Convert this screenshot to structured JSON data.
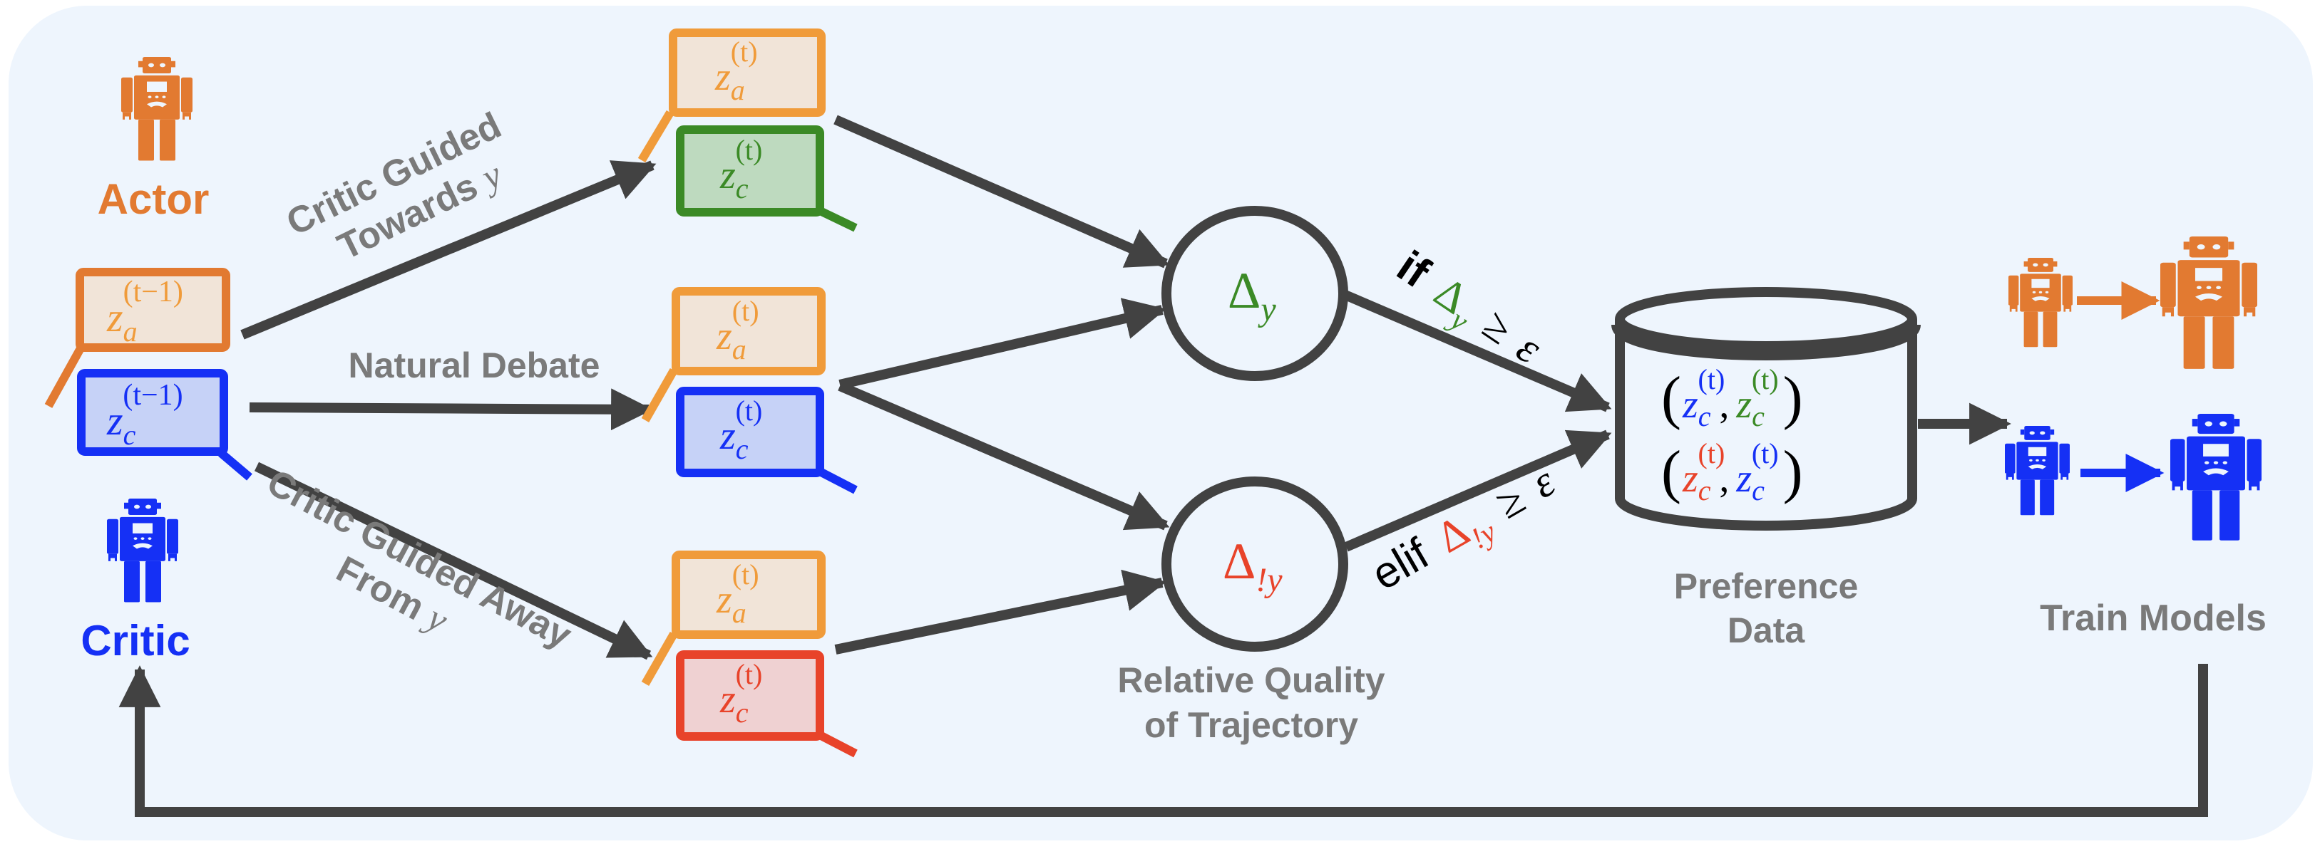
{
  "colors": {
    "background": "#eef5fd",
    "arrow": "#424242",
    "label_gray": "#7a7a7a",
    "actor": "#e27a31",
    "actor_light": "#f09b3a",
    "actor_fill": "#f1e4d8",
    "critic": "#1530f5",
    "critic_fill": "#c6d2f7",
    "good": "#3b8a26",
    "good_fill": "#bedabf",
    "bad": "#e8432a",
    "bad_fill": "#efd1d2"
  },
  "actor": {
    "label": "Actor",
    "icon": "robot-icon"
  },
  "critic": {
    "label": "Critic",
    "icon": "robot-icon"
  },
  "initial_state": {
    "actor_var": "z",
    "actor_sub": "a",
    "actor_sup": "(t−1)",
    "critic_var": "z",
    "critic_sub": "c",
    "critic_sup": "(t−1)"
  },
  "branches": [
    {
      "label_line1": "Critic Guided",
      "label_line2": "Towards ",
      "label_var": "y",
      "actor_var": "z",
      "actor_sub": "a",
      "actor_sup": "(t)",
      "critic_var": "z",
      "critic_sub": "c",
      "critic_sup": "(t)",
      "critic_color": "good"
    },
    {
      "label_line1": "Natural Debate",
      "label_line2": "",
      "label_var": "",
      "actor_var": "z",
      "actor_sub": "a",
      "actor_sup": "(t)",
      "critic_var": "z",
      "critic_sub": "c",
      "critic_sup": "(t)",
      "critic_color": "critic"
    },
    {
      "label_line1": "Critic Guided Away",
      "label_line2": "From ",
      "label_var": "y",
      "actor_var": "z",
      "actor_sub": "a",
      "actor_sup": "(t)",
      "critic_var": "z",
      "critic_sub": "c",
      "critic_sup": "(t)",
      "critic_color": "bad"
    }
  ],
  "quality": {
    "delta_y": {
      "symbol": "Δ",
      "sub": "y"
    },
    "delta_not_y": {
      "symbol": "Δ",
      "sub": "!y"
    },
    "caption_line1": "Relative Quality",
    "caption_line2": "of Trajectory"
  },
  "conditions": {
    "if_keyword": "if",
    "if_symbol": "Δ",
    "if_sub": "y",
    "if_rel": "≥",
    "if_eps": "ε",
    "elif_keyword": "elif",
    "elif_symbol": "Δ",
    "elif_sub": "!y",
    "elif_rel": "≥",
    "elif_eps": "ε"
  },
  "preference_data": {
    "caption_line1": "Preference",
    "caption_line2": "Data",
    "pairs": [
      {
        "open": "(",
        "left_var": "z",
        "left_sub": "c",
        "left_sup": "(t)",
        "comma": ",",
        "right_var": "z",
        "right_sub": "c",
        "right_sup": "(t)",
        "close": ")"
      },
      {
        "open": "(",
        "left_var": "z",
        "left_sub": "c",
        "left_sup": "(t)",
        "comma": ",",
        "right_var": "z",
        "right_sub": "c",
        "right_sup": "(t)",
        "close": ")"
      }
    ]
  },
  "train": {
    "label": "Train Models"
  }
}
